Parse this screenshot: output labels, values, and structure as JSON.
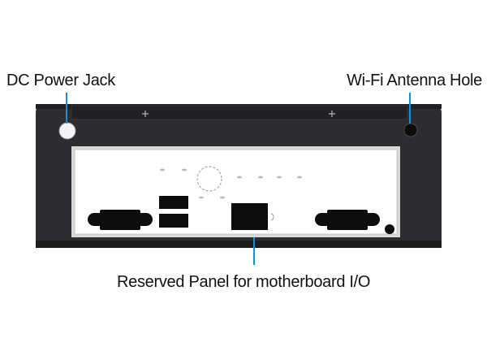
{
  "labels": {
    "dc_power_jack": "DC Power Jack",
    "wifi_antenna_hole": "Wi-Fi Antenna Hole",
    "reserved_panel": "Reserved Panel for motherboard I/O"
  },
  "colors": {
    "leader_line": "#1a8fd6",
    "chassis": "#2a2c2f",
    "panel": "#ffffff"
  }
}
